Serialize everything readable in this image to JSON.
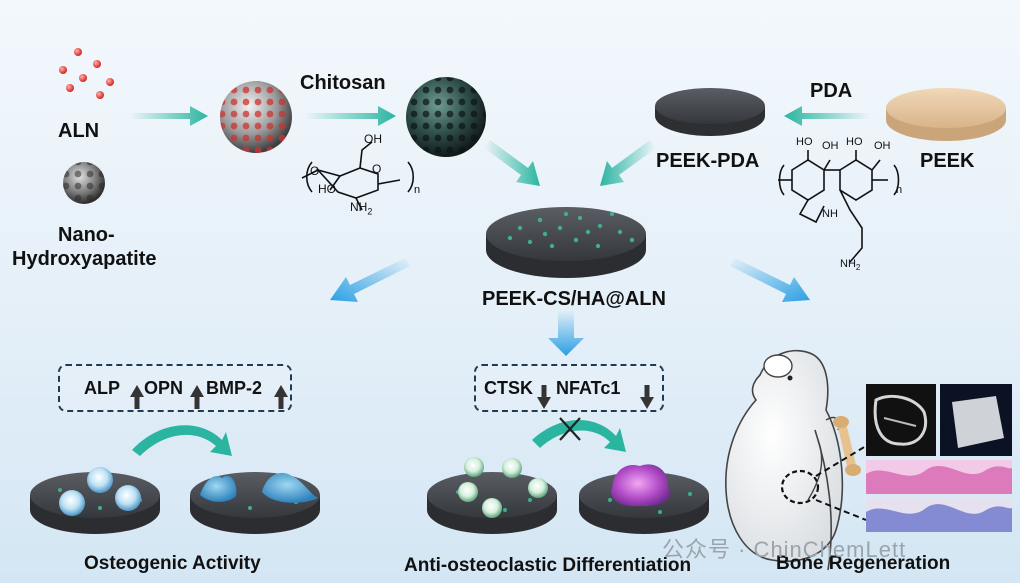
{
  "materials": {
    "aln": "ALN",
    "nano_hydroxyapatite_line1": "Nano-",
    "nano_hydroxyapatite_line2": "Hydroxyapatite",
    "chitosan": "Chitosan",
    "pda": "PDA",
    "peek": "PEEK",
    "peek_pda": "PEEK-PDA",
    "composite": "PEEK-CS/HA@ALN"
  },
  "structures": {
    "chitosan_oh_top": "OH",
    "chitosan_ho": "HO",
    "chitosan_o_left": "O",
    "chitosan_o_ring": "O",
    "chitosan_nh2": "NH",
    "chitosan_nh2_sub": "2",
    "chitosan_n": "n",
    "pda_oh1": "HO",
    "pda_oh2": "OH",
    "pda_oh3": "HO",
    "pda_oh4": "OH",
    "pda_nh": "NH",
    "pda_nh2": "NH",
    "pda_nh2_sub": "2",
    "pda_n": "n"
  },
  "markers": {
    "osteogenic": {
      "alp": "ALP",
      "opn": "OPN",
      "bmp2": "BMP-2"
    },
    "osteoclastic": {
      "ctsk": "CTSK",
      "nfatc1": "NFATc1"
    }
  },
  "outcomes": {
    "osteogenic": "Osteogenic Activity",
    "anti_osteoclastic": "Anti-osteoclastic Differentiation",
    "bone_regeneration": "Bone Regeneration"
  },
  "watermark": "公众号 · ChinChemLett",
  "colors": {
    "teal_arrow": "#2bb5a0",
    "blue_arrow": "#2a9fe3",
    "disc_dark": "#3a3d42",
    "dot_green": "#3fae8e",
    "peek_beige": "#e8c9a2",
    "nanop_red": "#e23b3b"
  }
}
